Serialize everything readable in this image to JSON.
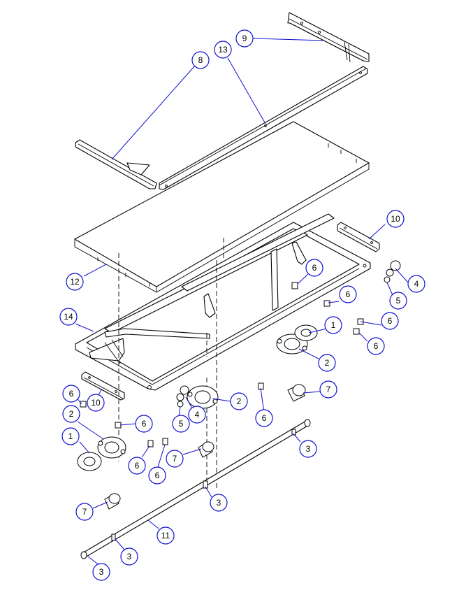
{
  "diagram": {
    "accent_color": "#1010d0",
    "callouts": [
      {
        "id": "c9",
        "label": "9"
      },
      {
        "id": "c8",
        "label": "8"
      },
      {
        "id": "c13",
        "label": "13"
      },
      {
        "id": "c10a",
        "label": "10"
      },
      {
        "id": "c12",
        "label": "12"
      },
      {
        "id": "c6a",
        "label": "6"
      },
      {
        "id": "c4a",
        "label": "4"
      },
      {
        "id": "c5a",
        "label": "5"
      },
      {
        "id": "c6b",
        "label": "6"
      },
      {
        "id": "c6c",
        "label": "6"
      },
      {
        "id": "c14",
        "label": "14"
      },
      {
        "id": "c1a",
        "label": "1"
      },
      {
        "id": "c6d",
        "label": "6"
      },
      {
        "id": "c2a",
        "label": "2"
      },
      {
        "id": "c7a",
        "label": "7"
      },
      {
        "id": "c6e",
        "label": "6"
      },
      {
        "id": "c10b",
        "label": "10"
      },
      {
        "id": "c2b",
        "label": "2"
      },
      {
        "id": "c4b",
        "label": "4"
      },
      {
        "id": "c5b",
        "label": "5"
      },
      {
        "id": "c6f",
        "label": "6"
      },
      {
        "id": "c2c",
        "label": "2"
      },
      {
        "id": "c6g",
        "label": "6"
      },
      {
        "id": "c1b",
        "label": "1"
      },
      {
        "id": "c3a",
        "label": "3"
      },
      {
        "id": "c6h",
        "label": "6"
      },
      {
        "id": "c6i",
        "label": "6"
      },
      {
        "id": "c7b",
        "label": "7"
      },
      {
        "id": "c3b",
        "label": "3"
      },
      {
        "id": "c7c",
        "label": "7"
      },
      {
        "id": "c11",
        "label": "11"
      },
      {
        "id": "c3c",
        "label": "3"
      },
      {
        "id": "c3d",
        "label": "3"
      }
    ]
  }
}
